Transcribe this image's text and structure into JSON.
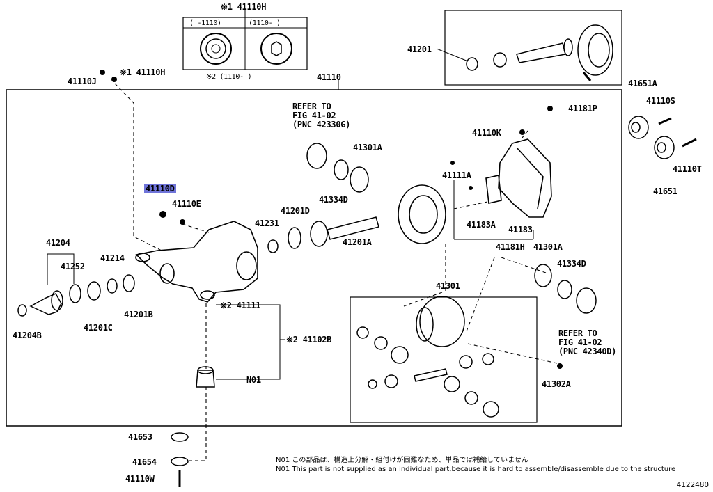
{
  "inset": {
    "title": "※1 41110H",
    "col1": "(      -1110)",
    "col2": "(1110-      )",
    "footnote": "※2 (1110-      )"
  },
  "labels": {
    "l41110H_a": "※1 41110H",
    "l41110J": "41110J",
    "l41110": "41110",
    "l41201": "41201",
    "l41651A": "41651A",
    "l41110S": "41110S",
    "l41110T": "41110T",
    "l41651": "41651",
    "l41181P": "41181P",
    "l41110K": "41110K",
    "lRefer1a": "REFER TO",
    "lRefer1b": "FIG 41-02",
    "lRefer1c": "(PNC 42330G)",
    "l41301A_a": "41301A",
    "l41334D_a": "41334D",
    "l41110D": "41110D",
    "l41110E": "41110E",
    "l41231": "41231",
    "l41201D": "41201D",
    "l41201A": "41201A",
    "l41111A": "41111A",
    "l41183A": "41183A",
    "l41183": "41183",
    "l41181H": "41181H",
    "l41301A_b": "41301A",
    "l41334D_b": "41334D",
    "l41204": "41204",
    "l41252": "41252",
    "l41214": "41214",
    "l41201C": "41201C",
    "l41201B": "41201B",
    "l41204B": "41204B",
    "l41111": "※2 41111",
    "l41102B": "※2 41102B",
    "lN01": "N01",
    "l41301": "41301",
    "lRefer2a": "REFER TO",
    "lRefer2b": "FIG 41-02",
    "lRefer2c": "(PNC 42340D)",
    "l41302A": "41302A",
    "l41653": "41653",
    "l41654": "41654",
    "l41110W": "41110W"
  },
  "notes": {
    "jp": "N01  この部品は、構造上分解・組付けが困難なため、単品では補給していません",
    "en": "N01   This part is not supplied as an individual part,because it is hard to assemble/disassemble due to the structure"
  },
  "diagram_number": "412248O",
  "highlight_color": "#6f74d9"
}
